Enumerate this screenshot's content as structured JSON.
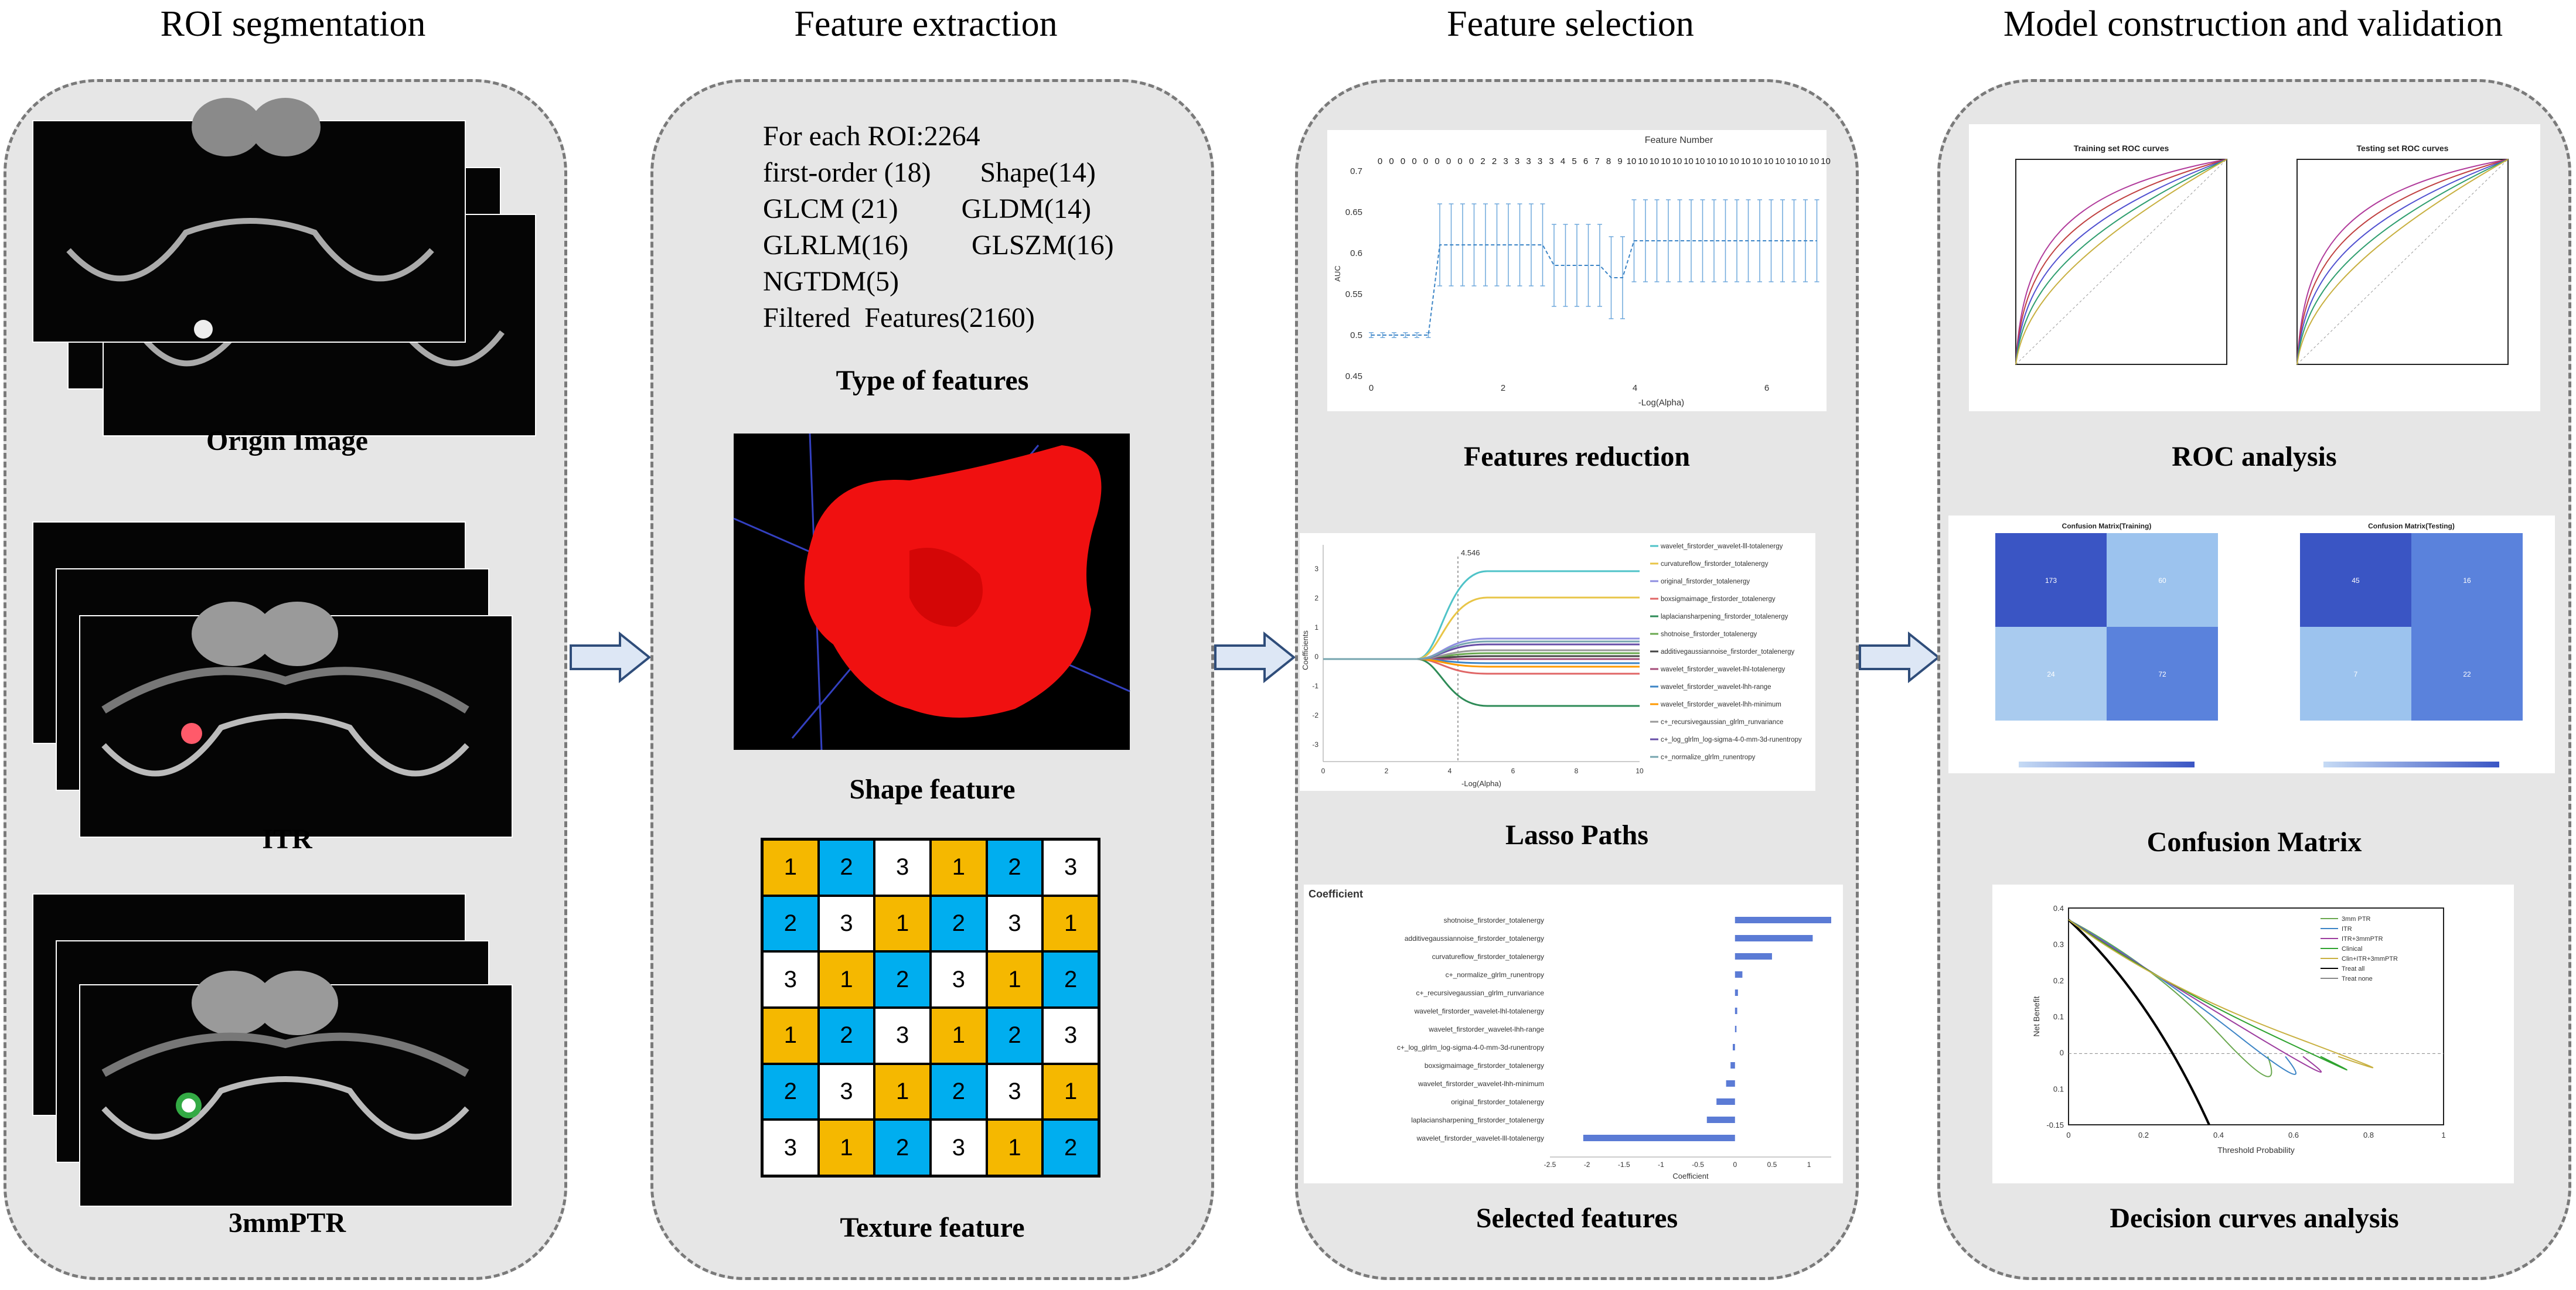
{
  "stages": [
    {
      "title": "ROI segmentation"
    },
    {
      "title": "Feature extraction"
    },
    {
      "title": "Feature selection"
    },
    {
      "title": "Model construction and validation"
    }
  ],
  "roi": {
    "captions": [
      "Origin Image",
      "ITR",
      "3mmPTR"
    ]
  },
  "extraction": {
    "lines": [
      "For each ROI:2264",
      "first-order (18)       Shape(14)",
      "GLCM (21)         GLDM(14)",
      "GLRLM(16)         GLSZM(16)",
      "NGTDM(5)",
      "Filtered  Features(2160)"
    ],
    "type_caption": "Type of features",
    "shape_caption": "Shape feature",
    "texture_caption": "Texture feature",
    "texture_grid": [
      [
        1,
        2,
        3,
        1,
        2,
        3
      ],
      [
        2,
        3,
        1,
        2,
        3,
        1
      ],
      [
        3,
        1,
        2,
        3,
        1,
        2
      ],
      [
        1,
        2,
        3,
        1,
        2,
        3
      ],
      [
        2,
        3,
        1,
        2,
        3,
        1
      ],
      [
        3,
        1,
        2,
        3,
        1,
        2
      ]
    ]
  },
  "selection": {
    "reduction_caption": "Features reduction",
    "lasso_caption": "Lasso Paths",
    "selected_caption": "Selected features",
    "reduction_chart": {
      "title": "Feature Number",
      "xlabel": "-Log(Alpha)",
      "ylabel": "AUC",
      "top_numbers": [
        "0",
        "0",
        "0",
        "0",
        "0",
        "0",
        "0",
        "0",
        "0",
        "2",
        "2",
        "3",
        "3",
        "3",
        "3",
        "3",
        "4",
        "5",
        "6",
        "7",
        "8",
        "9",
        "10",
        "10",
        "10",
        "10",
        "10",
        "10",
        "10",
        "10",
        "10",
        "10",
        "10",
        "10",
        "10",
        "10",
        "10",
        "10",
        "10",
        "10"
      ],
      "y_ticks": [
        "0.7",
        "0.65",
        "0.6",
        "0.55",
        "0.5",
        "0.45"
      ],
      "x_ticks": [
        "0",
        "2",
        "4",
        "6"
      ]
    },
    "lasso_chart": {
      "xlabel": "-Log(Alpha)",
      "ylabel": "Coefficients",
      "annotation": "4.546",
      "y_ticks": [
        "3",
        "2",
        "1",
        "0",
        "-1",
        "-2",
        "-3"
      ],
      "x_ticks": [
        "0",
        "2",
        "4",
        "6",
        "8",
        "10"
      ],
      "legend": [
        "wavelet_firstorder_wavelet-lll-totalenergy",
        "curvatureflow_firstorder_totalenergy",
        "original_firstorder_totalenergy",
        "boxsigmaimage_firstorder_totalenergy",
        "laplaciansharpening_firstorder_totalenergy",
        "shotnoise_firstorder_totalenergy",
        "additivegaussiannoise_firstorder_totalenergy",
        "wavelet_firstorder_wavelet-lhl-totalenergy",
        "wavelet_firstorder_wavelet-lhh-range",
        "wavelet_firstorder_wavelet-lhh-minimum",
        "c+_recursivegaussian_glrlm_runvariance",
        "c+_log_glrlm_log-sigma-4-0-mm-3d-runentropy",
        "c+_normalize_glrlm_runentropy"
      ],
      "colors": [
        "#4fc3c8",
        "#e8c547",
        "#8e8ee0",
        "#e06666",
        "#2e8b57",
        "#6aa84f",
        "#444444",
        "#a64d79",
        "#3d85c6",
        "#ff9900",
        "#999999",
        "#674ea7",
        "#76a5af"
      ]
    },
    "coef_chart": {
      "type": "bar",
      "title": "Coefficient",
      "xlabel": "Coefficient",
      "categories": [
        "shotnoise_firstorder_totalenergy",
        "additivegaussiannoise_firstorder_totalenergy",
        "curvatureflow_firstorder_totalenergy",
        "c+_normalize_glrlm_runentropy",
        "c+_recursivegaussian_glrlm_runvariance",
        "wavelet_firstorder_wavelet-lhl-totalenergy",
        "wavelet_firstorder_wavelet-lhh-range",
        "c+_log_glrlm_log-sigma-4-0-mm-3d-runentropy",
        "boxsigmaimage_firstorder_totalenergy",
        "wavelet_firstorder_wavelet-lhh-minimum",
        "original_firstorder_totalenergy",
        "laplaciansharpening_firstorder_totalenergy",
        "wavelet_firstorder_wavelet-lll-totalenergy"
      ],
      "values": [
        1.3,
        1.05,
        0.5,
        0.1,
        0.04,
        0.03,
        0.02,
        -0.03,
        -0.06,
        -0.12,
        -0.25,
        -0.38,
        -2.05
      ],
      "x_ticks": [
        "-2.5",
        "-2",
        "-1.5",
        "-1",
        "-0.5",
        "0",
        "0.5",
        "1"
      ],
      "xlim": [
        -2.5,
        1.3
      ]
    }
  },
  "model": {
    "roc_caption": "ROC analysis",
    "cm_caption": "Confusion Matrix",
    "dca_caption": "Decision curves analysis",
    "roc_titles": [
      "Training set ROC curves",
      "Testing set ROC curves"
    ],
    "cm_titles": [
      "Confusion Matrix(Training)",
      "Confusion Matrix(Testing)"
    ],
    "cm_cells_train": [
      [
        "173",
        "60"
      ],
      [
        "24",
        "72"
      ]
    ],
    "cm_cells_test": [
      [
        "45",
        "16"
      ],
      [
        "7",
        "22"
      ]
    ],
    "dca_chart": {
      "ylabel": "Net Benefit",
      "xlabel": "Threshold Probability",
      "y_ticks": [
        "0.4",
        "0.3",
        "0.2",
        "0.1",
        "0",
        "0.1",
        "-0.15"
      ],
      "x_ticks": [
        "0",
        "0.2",
        "0.4",
        "0.6",
        "0.8",
        "1"
      ],
      "legend": [
        "3mm PTR",
        "ITR",
        "ITR+3mmPTR",
        "Clinical",
        "Clin+ITR+3mmPTR",
        "Treat all",
        "Treat none"
      ]
    },
    "colors": {
      "cm_dark": "#3a55c4",
      "cm_mid": "#5a82dc",
      "cm_light": "#9cc3ee",
      "cm_pale": "#a9cbef"
    }
  },
  "colors": {
    "panel_bg": "#e6e6e6",
    "panel_border": "#7a7a7a",
    "arrow_fill": "#dde7f5",
    "arrow_stroke": "#2f4d7a",
    "tumor": "#ff0000"
  }
}
